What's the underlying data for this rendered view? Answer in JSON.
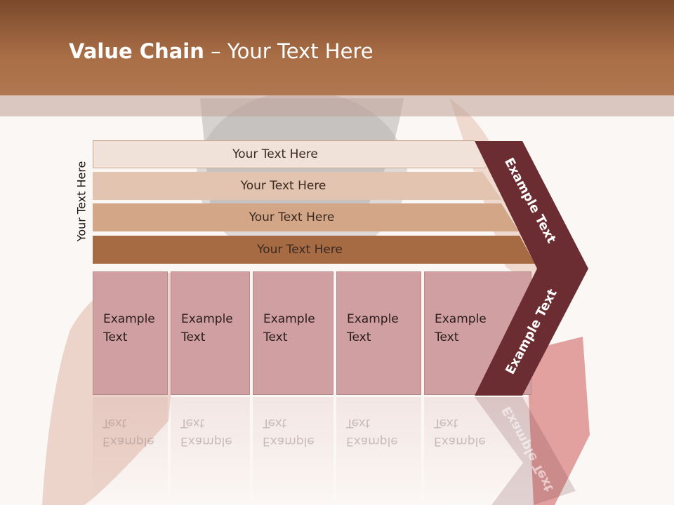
{
  "title": {
    "bold": "Value Chain",
    "rest": " – Your Text Here"
  },
  "side_label": "Your Text Here",
  "bars": [
    "Your Text Here",
    "Your Text Here",
    "Your Text Here",
    "Your Text Here"
  ],
  "boxes": [
    {
      "line1": "Example",
      "line2": "Text"
    },
    {
      "line1": "Example",
      "line2": "Text"
    },
    {
      "line1": "Example",
      "line2": "Text"
    },
    {
      "line1": "Example",
      "line2": "Text"
    },
    {
      "line1": "Example",
      "line2": "Text"
    }
  ],
  "chevron": {
    "upper_label": "Example Text",
    "lower_label": "Example Text"
  },
  "colors": {
    "header": "#a96e46",
    "chevron": "#6b2d31",
    "box": "#d09fa1"
  }
}
